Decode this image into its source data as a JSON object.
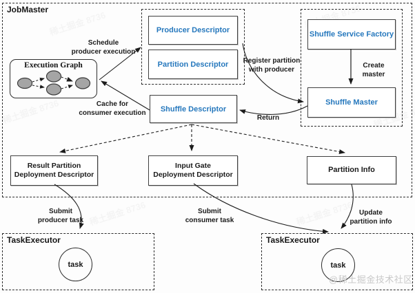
{
  "colors": {
    "accent_blue": "#2678bd",
    "box_border": "#3f3f3f",
    "arrow_black": "#1c1c1c",
    "node_gray_fill": "#a5a5a5",
    "watermark_gray": "#c9c9c9"
  },
  "jobmaster": {
    "label": "JobMaster"
  },
  "execution_graph": {
    "title": "Execution Graph"
  },
  "boxes": {
    "producer_descriptor": "Producer Descriptor",
    "partition_descriptor": "Partition Descriptor",
    "shuffle_descriptor": "Shuffle Descriptor",
    "shuffle_service_factory": "Shuffle Service Factory",
    "shuffle_master": "Shuffle Master",
    "result_partition": "Result Partition\nDeployment Descriptor",
    "input_gate": "Input Gate\nDeployment Descriptor",
    "partition_info": "Partition Info"
  },
  "edge_labels": {
    "schedule": "Schedule\nproducer execution",
    "cache": "Cache for\nconsumer execution",
    "register": "Register partition\nwith producer",
    "return": "Return",
    "create_master": "Create master",
    "submit_producer": "Submit\nproducer task",
    "submit_consumer": "Submit\nconsumer task",
    "update_partition": "Update\npartition info"
  },
  "task_executors": {
    "left": {
      "label": "TaskExecutor",
      "node": "task"
    },
    "right": {
      "label": "TaskExecutor",
      "node": "task"
    }
  },
  "watermark": {
    "main": "@稀土掘金技术社区",
    "faint": "稀土掘金 8736"
  }
}
